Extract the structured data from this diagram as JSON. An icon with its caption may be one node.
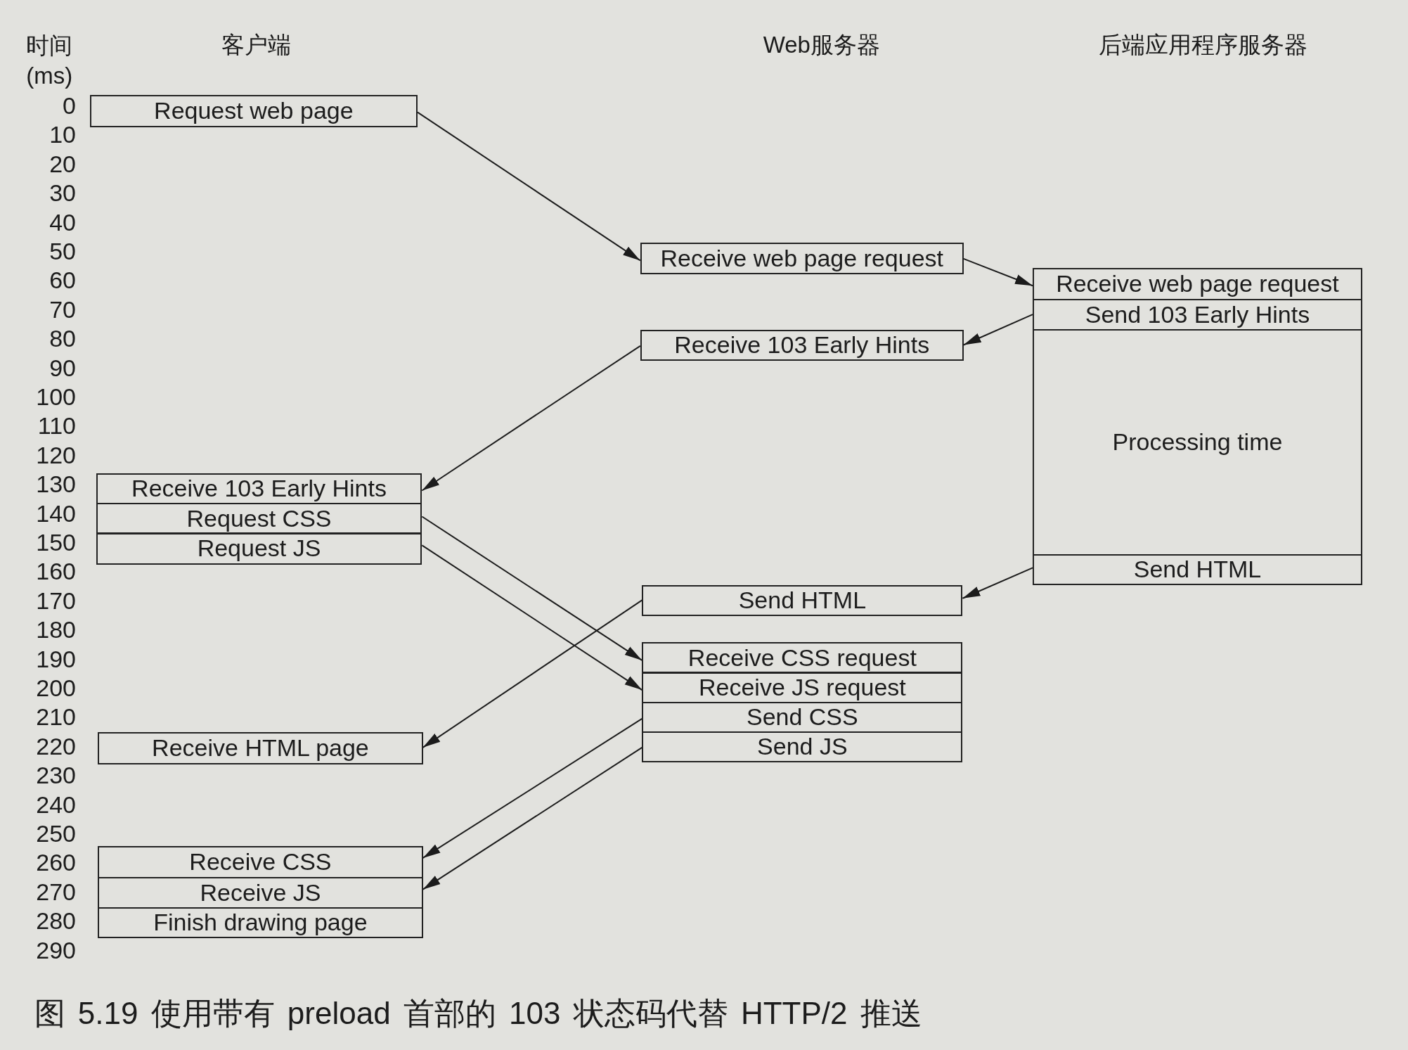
{
  "diagram": {
    "caption": "图 5.19 使用带有 preload 首部的 103 状态码代替 HTTP/2 推送",
    "nodes": [
      {
        "text": [
          "Request web page"
        ]
      },
      {
        "text": [
          "Receive web page request"
        ]
      },
      {
        "text": [
          "Receive web page request"
        ]
      },
      {
        "text": [
          "Send 103 Early Hints"
        ]
      },
      {
        "text": [
          "Receive 103 Early Hints"
        ]
      },
      {
        "text": [
          "Processing time"
        ]
      },
      {
        "text": [
          "Receive 103 Early Hints"
        ]
      },
      {
        "text": [
          "Request CSS"
        ]
      },
      {
        "text": [
          "Request JS"
        ]
      },
      {
        "text": [
          "Send HTML"
        ]
      },
      {
        "text": [
          "Send HTML"
        ]
      },
      {
        "text": [
          "Receive CSS request"
        ]
      },
      {
        "text": [
          "Receive JS request"
        ]
      },
      {
        "text": [
          "Send CSS"
        ]
      },
      {
        "text": [
          "Send JS"
        ]
      },
      {
        "text": [
          "Receive HTML page"
        ]
      },
      {
        "text": [
          "Receive CSS"
        ]
      },
      {
        "text": [
          "Receive JS"
        ]
      },
      {
        "text": [
          "Finish drawing page"
        ]
      }
    ],
    "edges": [
      {
        "from": 0,
        "to": 1,
        "arrow": "to"
      },
      {
        "from": 1,
        "to": 2,
        "arrow": "to"
      },
      {
        "from": 3,
        "to": 4,
        "arrow": "to"
      },
      {
        "from": 4,
        "to": 6,
        "arrow": "to"
      },
      {
        "from": 7,
        "to": 11,
        "arrow": "to"
      },
      {
        "from": 8,
        "to": 12,
        "arrow": "to"
      },
      {
        "from": 9,
        "to": 10,
        "arrow": "to"
      },
      {
        "from": 10,
        "to": 15,
        "arrow": "to"
      },
      {
        "from": 13,
        "to": 16,
        "arrow": "to"
      },
      {
        "from": 14,
        "to": 17,
        "arrow": "to"
      }
    ],
    "labels": [
      "时间 (ms)",
      "客户端",
      "Web服务器",
      "后端应用程序服务器",
      "0",
      "10",
      "20",
      "30",
      "40",
      "50",
      "60",
      "70",
      "80",
      "90",
      "100",
      "110",
      "120",
      "130",
      "140",
      "150",
      "160",
      "170",
      "180",
      "190",
      "200",
      "210",
      "220",
      "230",
      "240",
      "250",
      "260",
      "270",
      "280",
      "290"
    ]
  }
}
